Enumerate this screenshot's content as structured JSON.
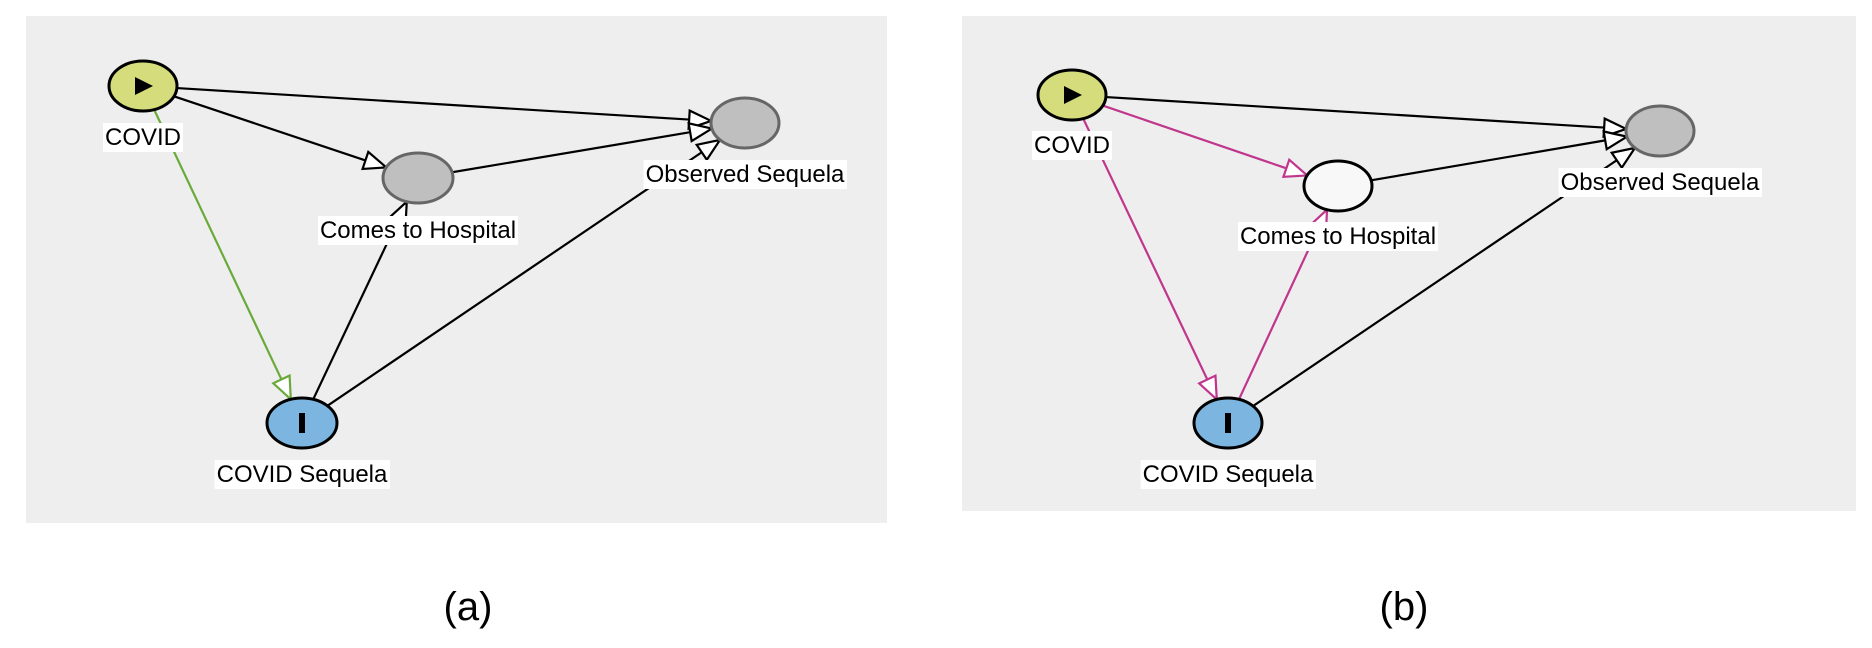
{
  "figure": {
    "panels": [
      {
        "id": "a",
        "caption": "(a)",
        "nodes": [
          {
            "id": "covid",
            "label": "COVID",
            "role": "exposure",
            "icon": "play-icon",
            "fill": "#d4dc7b",
            "stroke": "#000000"
          },
          {
            "id": "hospital",
            "label": "Comes to Hospital",
            "role": "latent",
            "fill": "#bfbfbf",
            "stroke": "#666666"
          },
          {
            "id": "observed",
            "label": "Observed Sequela",
            "role": "latent",
            "fill": "#bfbfbf",
            "stroke": "#666666"
          },
          {
            "id": "sequela",
            "label": "COVID Sequela",
            "role": "outcome",
            "icon": "outcome-bar-icon",
            "fill": "#7cb6e0",
            "stroke": "#000000"
          }
        ],
        "edges": [
          {
            "from": "covid",
            "to": "observed",
            "color": "#000000",
            "arrow": true
          },
          {
            "from": "covid",
            "to": "hospital",
            "color": "#000000",
            "arrow": true
          },
          {
            "from": "hospital",
            "to": "observed",
            "color": "#000000",
            "arrow": true
          },
          {
            "from": "sequela",
            "to": "observed",
            "color": "#000000",
            "arrow": true
          },
          {
            "from": "sequela",
            "to": "hospital",
            "color": "#000000",
            "arrow": true
          },
          {
            "from": "covid",
            "to": "sequela",
            "color": "#6aaa3a",
            "arrow": true
          }
        ]
      },
      {
        "id": "b",
        "caption": "(b)",
        "nodes": [
          {
            "id": "covid",
            "label": "COVID",
            "role": "exposure",
            "icon": "play-icon",
            "fill": "#d4dc7b",
            "stroke": "#000000"
          },
          {
            "id": "hospital",
            "label": "Comes to Hospital",
            "role": "adjusted",
            "fill": "#f8f8f8",
            "stroke": "#000000"
          },
          {
            "id": "observed",
            "label": "Observed Sequela",
            "role": "latent",
            "fill": "#bfbfbf",
            "stroke": "#666666"
          },
          {
            "id": "sequela",
            "label": "COVID Sequela",
            "role": "outcome",
            "icon": "outcome-bar-icon",
            "fill": "#7cb6e0",
            "stroke": "#000000"
          }
        ],
        "edges": [
          {
            "from": "covid",
            "to": "observed",
            "color": "#000000",
            "arrow": true
          },
          {
            "from": "covid",
            "to": "hospital",
            "color": "#c0368c",
            "arrow": true
          },
          {
            "from": "hospital",
            "to": "observed",
            "color": "#000000",
            "arrow": true
          },
          {
            "from": "sequela",
            "to": "observed",
            "color": "#000000",
            "arrow": true
          },
          {
            "from": "sequela",
            "to": "hospital",
            "color": "#c0368c",
            "arrow": true
          },
          {
            "from": "covid",
            "to": "sequela",
            "color": "#c0368c",
            "arrow": true
          }
        ]
      }
    ],
    "colors": {
      "panel_background": "#eeeeee",
      "exposure": "#d4dc7b",
      "outcome": "#7cb6e0",
      "latent": "#bfbfbf",
      "biasing_path": "#c0368c",
      "causal_path": "#6aaa3a"
    }
  }
}
